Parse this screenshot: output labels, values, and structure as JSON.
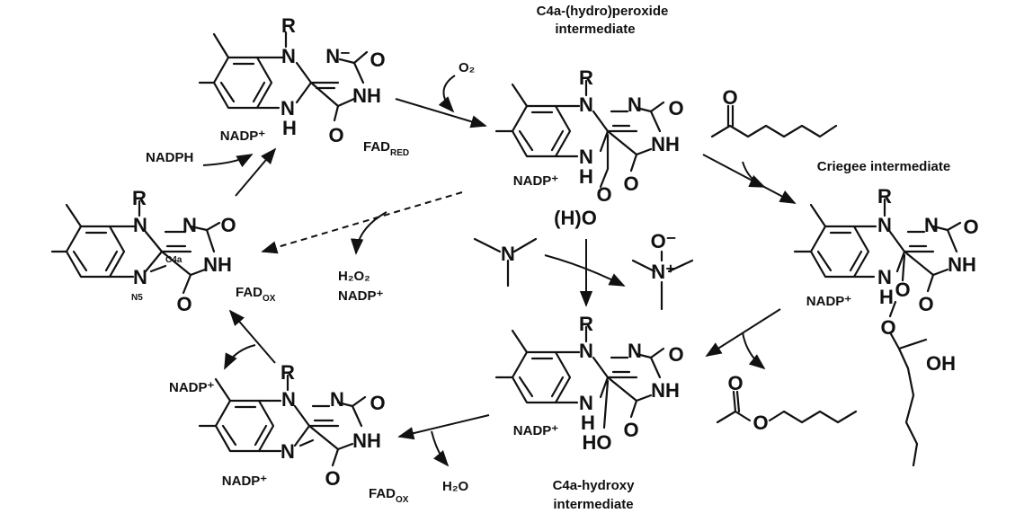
{
  "titles": {
    "peroxide": [
      "C4a-(hydro)peroxide",
      "intermediate"
    ],
    "criegee": "Criegee intermediate",
    "hydroxy": [
      "C4a-hydroxy",
      "intermediate"
    ]
  },
  "atoms": {
    "R": "R",
    "N": "N",
    "NH": "NH",
    "H": "H",
    "O": "O",
    "Nminus": "N⁻",
    "OH_sub": "OH",
    "HOO": "(H)O",
    "O_ring": "O",
    "HO": "HO",
    "N_plus": "N⁺",
    "O_minus": "O⁻"
  },
  "labels": {
    "o2": "O₂",
    "nadph": "NADPH",
    "nadp": "NADP⁺",
    "fad_red": "FAD",
    "fad_red_sub": "RED",
    "fad_ox": "FAD",
    "fad_ox_sub": "OX",
    "h2o2": "H₂O₂",
    "h2o": "H₂O",
    "c4a": "C4a",
    "n5": "N5"
  }
}
